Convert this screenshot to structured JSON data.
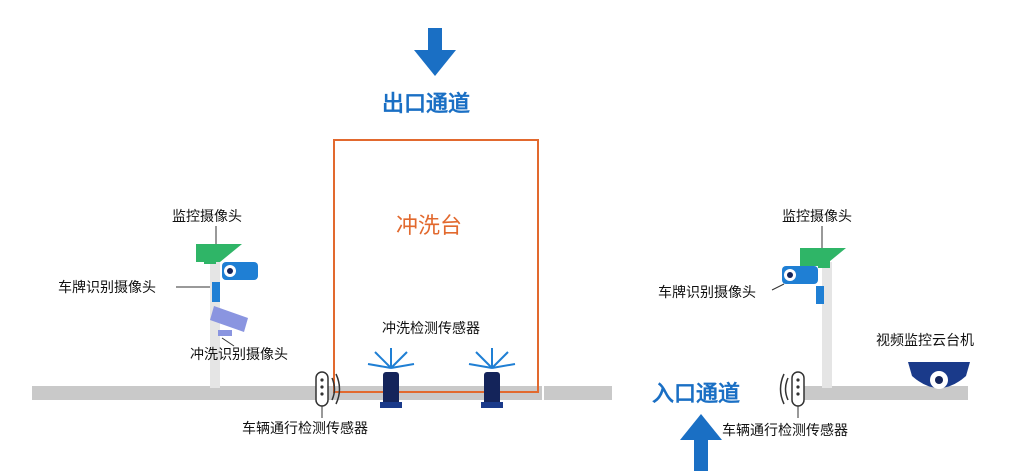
{
  "exit_channel": "出口通道",
  "entry_channel": "入口通道",
  "wash_station": "冲洗台",
  "left": {
    "monitor_camera": "监控摄像头",
    "plate_camera": "车牌识别摄像头",
    "wash_camera": "冲洗识别摄像头",
    "vehicle_sensor": "车辆通行检测传感器"
  },
  "wash_sensor": "冲洗检测传感器",
  "right": {
    "monitor_camera": "监控摄像头",
    "plate_camera": "车牌识别摄像头",
    "ptz_camera": "视频监控云台机",
    "vehicle_sensor": "车辆通行检测传感器"
  },
  "colors": {
    "blue": "#1a6fc4",
    "orange": "#e2692e",
    "green": "#2fb567",
    "ground": "#c9c9c9",
    "camera_blue": "#1f7fd4",
    "dark_navy": "#14245a"
  }
}
